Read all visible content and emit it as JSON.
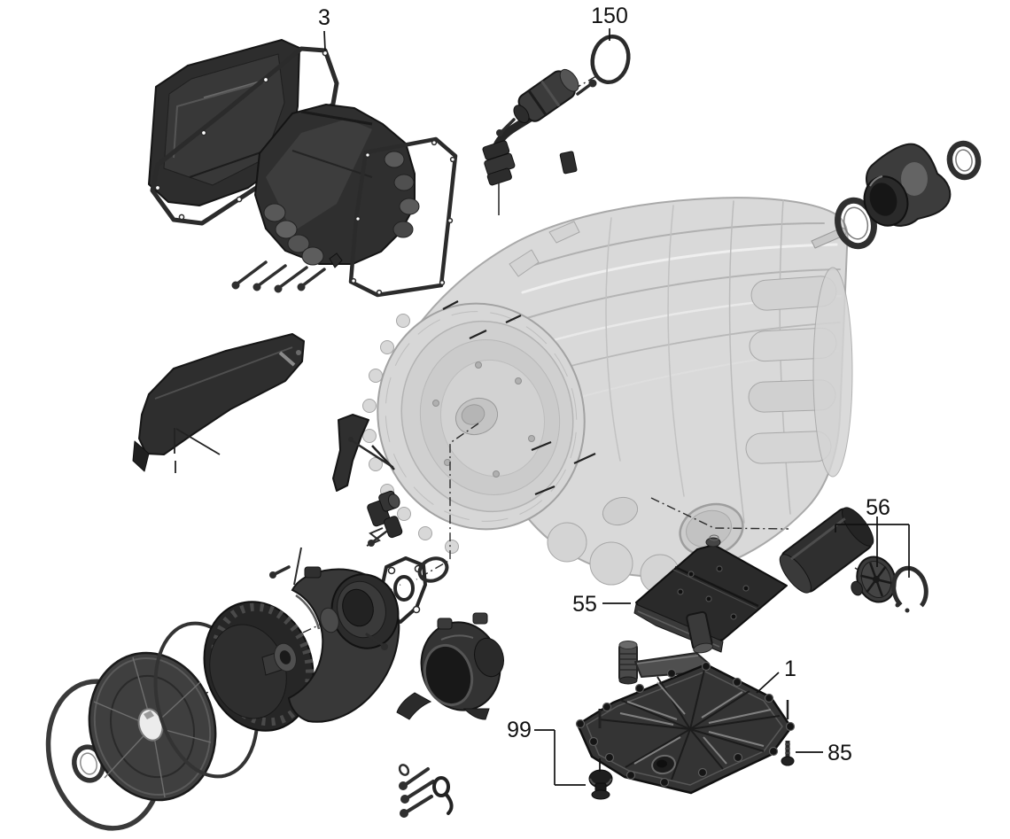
{
  "figure": {
    "description": "Exploded-view automatic transmission parts diagram",
    "background_color": "#ffffff",
    "callout_color": "#111111",
    "ghost_part_color": "#d7d7d7",
    "highlight_part_color": "#2e2e2e",
    "callouts": [
      {
        "label": "3"
      },
      {
        "label": "150"
      },
      {
        "label": "56"
      },
      {
        "label": "55"
      },
      {
        "label": "1"
      },
      {
        "label": "99"
      },
      {
        "label": "85"
      }
    ]
  }
}
